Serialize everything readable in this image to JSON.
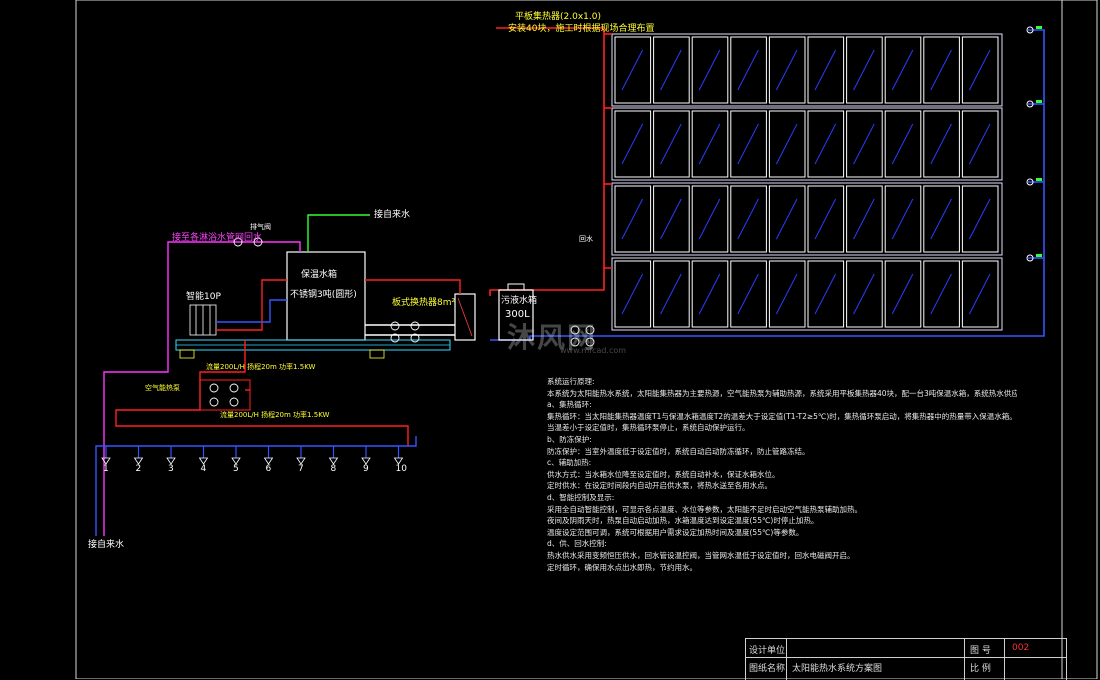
{
  "labels": {
    "collector_title": "平板集热器(2.0x1.0)",
    "collector_note": "安装40块，施工时根据现场合理布置",
    "tank_name": "保温水箱",
    "tank_spec": "不锈钢3吨(圆形)",
    "plate_hx": "板式换热器8m²",
    "expansion_tank_line1": "污液水箱",
    "expansion_tank_line2": "300L",
    "to_fixtures": "接至各淋浴水管网回水",
    "to_heatpump": "空气能热泵",
    "heatpump_model": "智能10P",
    "supply_left": "接自来水",
    "supply_top": "接自来水",
    "pump_spec_1": "流量200L/H  扬程20m  功率1.5KW",
    "pump_spec_2": "流量200L/H  扬程20m  功率1.5KW",
    "outlet_label": "回水",
    "vent": "排气阀",
    "fixture_numbers": [
      "1",
      "2",
      "3",
      "4",
      "5",
      "6",
      "7",
      "8",
      "9",
      "10"
    ]
  },
  "notes": {
    "title": "系统运行原理:",
    "lines": [
      "   本系统为太阳能热水系统，太阳能集热器为主要热源，空气能热泵为辅助热源，系统采用平板集热器40块，配一台3吨保温水箱，系统热水供应由以下环节组成:",
      "a、集热循环:",
      "   集热循环：当太阳能集热器温度T1与保温水箱温度T2的温差大于设定值(T1-T2≥5℃)时，集热循环泵启动，将集热器中的热量带入保温水箱。",
      "   当温差小于设定值时，集热循环泵停止，系统自动保护运行。",
      "b、防冻保护:",
      "   防冻保护：当室外温度低于设定值时，系统自动启动防冻循环，防止管路冻结。",
      "c、辅助加热:",
      "   供水方式：当水箱水位降至设定值时，系统自动补水，保证水箱水位。",
      "   定时供水：在设定时间段内自动开启供水泵，将热水送至各用水点。",
      "d、智能控制及显示:",
      "   采用全自动智能控制，可显示各点温度、水位等参数，太阳能不足时启动空气能热泵辅助加热。",
      "   夜间及阴雨天时，热泵自动启动加热，水箱温度达到设定温度(55℃)时停止加热。",
      "   温度设定范围可调，系统可根据用户需求设定加热时间及温度(55℃)等参数。",
      "d、供、回水控制:",
      "   热水供水采用变频恒压供水，回水管设温控阀，当管网水温低于设定值时，回水电磁阀开启。",
      "   定时循环，确保用水点出水即热，节约用水。"
    ]
  },
  "title_block": {
    "design_unit_label": "设计单位",
    "drawing_name_label": "图纸名称",
    "drawing_name": "太阳能热水系统方案图",
    "drawing_no_label": "图 号",
    "drawing_no": "002",
    "scale_label": "比 例"
  },
  "watermark": {
    "main": "沐风网",
    "sub": "www.mfcad.com"
  }
}
